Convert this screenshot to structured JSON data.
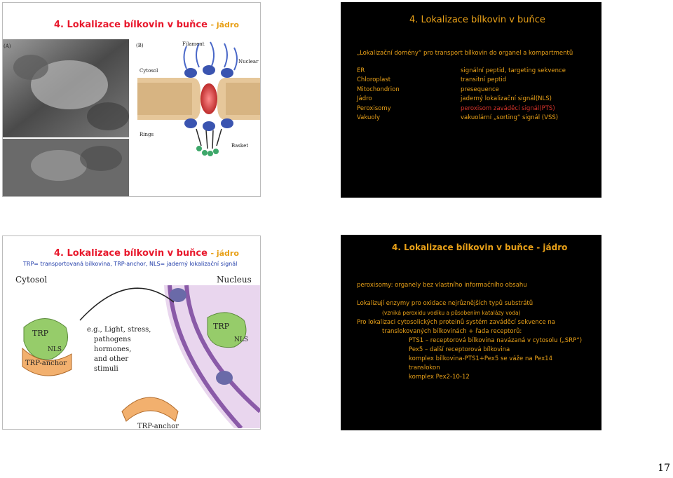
{
  "slide1": {
    "title": "4. Lokalizace bílkovin v buňce",
    "title_suffix": "- jádro",
    "panel_a": "(A)",
    "panel_b": "(B)",
    "labels": {
      "filament": "Filament",
      "nuclear_envelope": "Nuclear envelope",
      "cytosol": "Cytosol",
      "rings": "Rings",
      "basket": "Basket"
    }
  },
  "slide2": {
    "title": "4. Lokalizace bílkovin v buňce",
    "intro": "„Lokalizační domény“ pro transport bílkovin do organel a kompartmentů",
    "rows": [
      {
        "left": "ER",
        "right": "signální peptid, targeting sekvence"
      },
      {
        "left": "Chloroplast",
        "right": "transitní peptid"
      },
      {
        "left": "Mitochondrion",
        "right": "presequence"
      },
      {
        "left": "Jádro",
        "right": "jaderný lokalizační signál(NLS)"
      },
      {
        "left": "Peroxisomy",
        "right": "peroxisom zaváděcí signál(PTS)"
      },
      {
        "left": "Vakuoly",
        "right": "vakuolární „sorting“ signál (VSS)"
      }
    ]
  },
  "slide3": {
    "title": "4. Lokalizace bílkovin v buňce",
    "title_suffix": "- jádro",
    "subtitle": "TRP= transportovaná bílkovina, TRP-anchor, NLS= jaderný lokalizační signál",
    "labels": {
      "cytosol": "Cytosol",
      "nucleus": "Nucleus",
      "trp": "TRP",
      "nls": "NLS",
      "trp_anchor": "TRP-anchor",
      "stimuli": [
        "e.g., Light, stress,",
        "pathogens",
        "hormones,",
        "and other",
        "stimuli"
      ]
    }
  },
  "slide4": {
    "title": "4. Lokalizace bílkovin v buňce - jádro",
    "lines": [
      "peroxisomy: organely bez vlastního informačního obsahu",
      "Lokalizují enzymy pro oxidace nejrůznějších typů substrátů",
      "(vzniká peroxidu vodíku a působením katalázy voda)",
      "Pro lokalizaci cytosolických proteinů systém zaváděcí sekvence na",
      "translokovaných bílkovinách + řada receptorů:",
      "PTS1 – receptorová bílkovina navázaná v cytosolu („SRP“)",
      "Pex5 – další receptorová bílkovina",
      "komplex bílkovina-PTS1+Pex5 se váže na Pex14",
      "translokon",
      "komplex Pex2-10-12"
    ]
  },
  "page_number": "17"
}
